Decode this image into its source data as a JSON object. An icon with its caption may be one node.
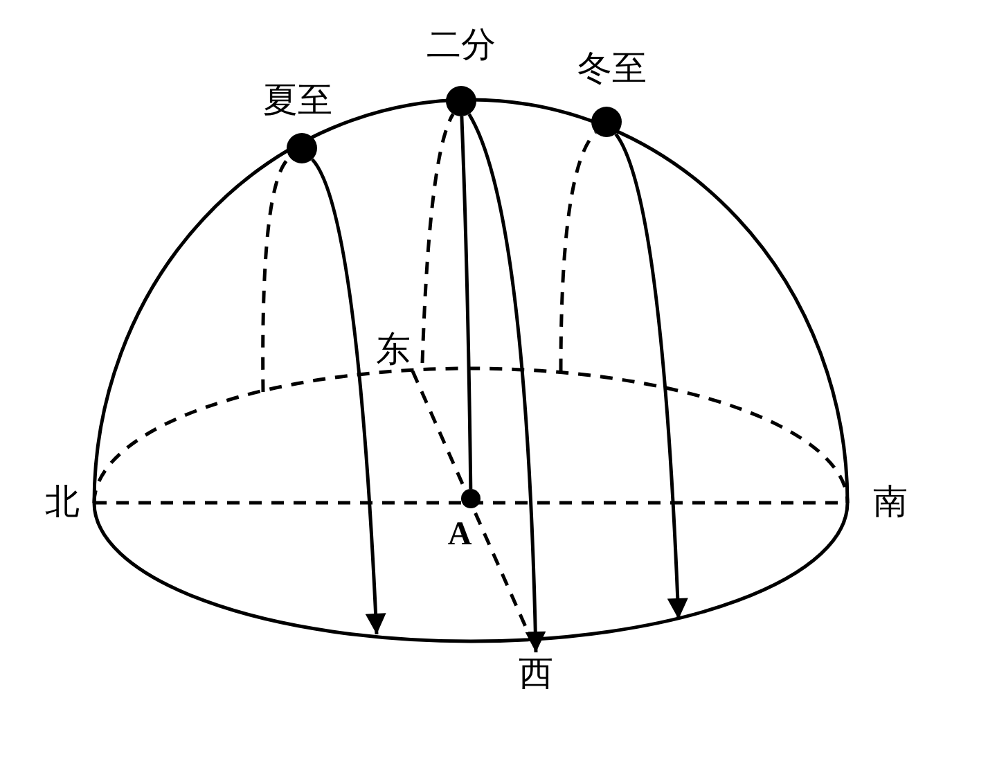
{
  "diagram": {
    "nodes": [
      {
        "text": [],
        "shape": "circle",
        "beside": [
          "夏至"
        ]
      },
      {
        "text": [],
        "shape": "circle",
        "beside": [
          "二分"
        ]
      },
      {
        "text": [],
        "shape": "circle",
        "beside": [
          "冬至"
        ]
      },
      {
        "text": [],
        "shape": "circle",
        "beside": [
          "A"
        ]
      },
      {
        "text": [
          "西"
        ]
      }
    ],
    "edges": [
      {
        "from": 0,
        "to": null,
        "arrow": "to"
      },
      {
        "from": 1,
        "to": 4,
        "arrow": "to"
      },
      {
        "from": 1,
        "to": 3,
        "arrow": "none"
      },
      {
        "from": 2,
        "to": null,
        "arrow": "to"
      },
      {
        "from": null,
        "to": 0,
        "arrow": "none",
        "style": "dashed"
      },
      {
        "from": null,
        "to": 1,
        "arrow": "none",
        "style": "dashed"
      },
      {
        "from": null,
        "to": 2,
        "arrow": "none",
        "style": "dashed"
      }
    ],
    "labels": [
      "东",
      "北",
      "南"
    ]
  }
}
